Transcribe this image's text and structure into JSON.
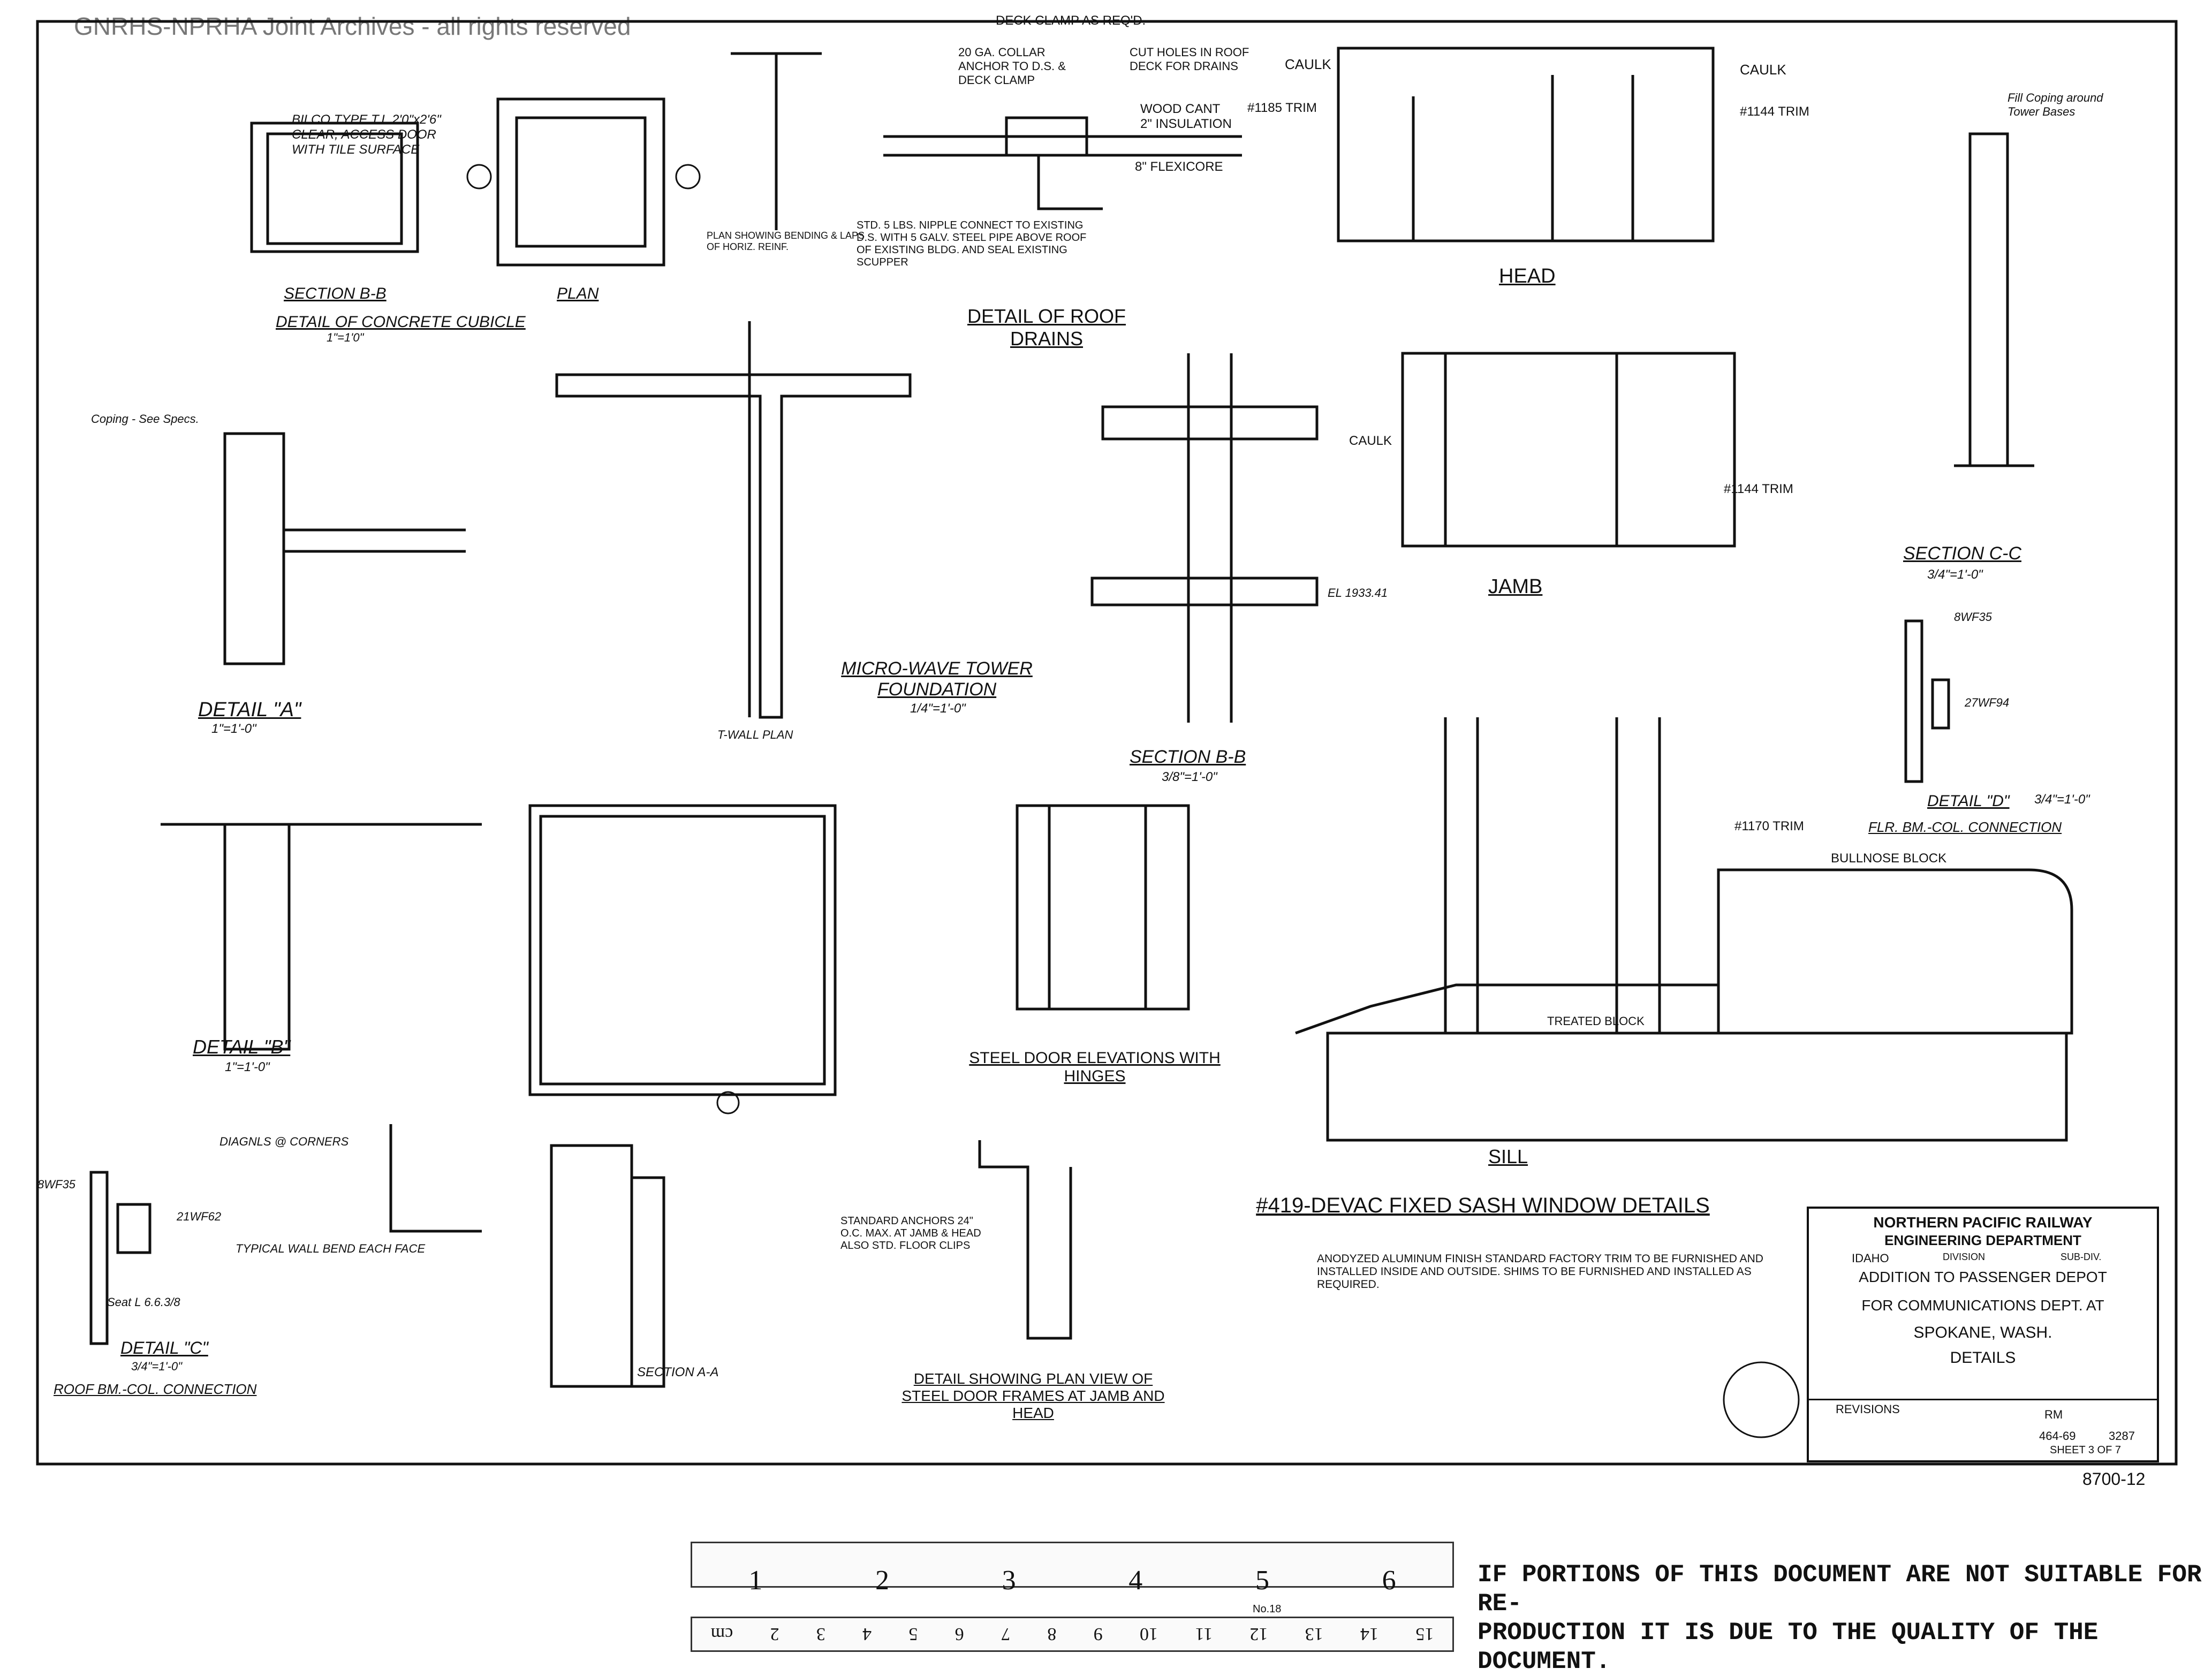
{
  "watermark": "GNRHS-NPRHA Joint Archives - all rights reserved",
  "details": {
    "cubicle_title": "DETAIL OF CONCRETE CUBICLE",
    "cubicle_scale": "1\"=1'0\"",
    "section_bb_upper": "SECTION B-B",
    "plan": "PLAN",
    "bilco_note": "BILCO TYPE T.I. 2'0\"x2'6\" CLEAR, ACCESS DOOR WITH TILE SURFACE",
    "roof_drains_title": "DETAIL OF ROOF DRAINS",
    "deck_clamp": "DECK CLAMP AS REQ'D.",
    "collar_anchor": "20 GA. COLLAR ANCHOR TO D.S. & DECK CLAMP",
    "cut_holes": "CUT HOLES IN ROOF DECK FOR DRAINS",
    "wood_cant": "WOOD CANT",
    "insulation": "2\" INSULATION",
    "flexicore": "8\" FLEXICORE",
    "nipple_note": "STD. 5 LBS. NIPPLE CONNECT TO EXISTING D.S. WITH 5 GALV. STEEL PIPE ABOVE ROOF OF EXISTING BLDG. AND SEAL EXISTING SCUPPER",
    "plan_bending": "PLAN SHOWING BENDING & LAPS OF HORIZ. REINF.",
    "head": "HEAD",
    "caulk_1": "CAULK",
    "caulk_2": "CAULK",
    "trim_1185": "#1185 TRIM",
    "trim_1144": "#1144 TRIM",
    "jamb": "JAMB",
    "caulk_jamb": "CAULK",
    "trim_1144_jamb": "#1144 TRIM",
    "fill_coping": "Fill Coping around Tower Bases",
    "section_cc": "SECTION C-C",
    "section_cc_scale": "3/4\"=1'-0\"",
    "detail_a": "DETAIL \"A\"",
    "detail_a_scale": "1\"=1'-0\"",
    "coping_note": "Coping - See Specs.",
    "microwave_title": "MICRO-WAVE TOWER FOUNDATION",
    "microwave_scale": "1/4\"=1'-0\"",
    "t_wall_plan": "T-WALL PLAN",
    "section_bb_mid": "SECTION B-B",
    "section_bb_mid_scale": "3/8\"=1'-0\"",
    "el_note": "EL 1933.41",
    "detail_d": "DETAIL \"D\"",
    "detail_d_scale": "3/4\"=1'-0\"",
    "flr_bm": "FLR. BM.-COL. CONNECTION",
    "detail_b": "DETAIL \"B\"",
    "detail_b_scale": "1\"=1'-0\"",
    "steel_door_elev": "STEEL DOOR ELEVATIONS WITH HINGES",
    "trim_1170": "#1170 TRIM",
    "bullnose": "BULLNOSE BLOCK",
    "treated_block": "TREATED BLOCK",
    "sill": "SILL",
    "devac_title": "#419-DEVAC FIXED SASH WINDOW DETAILS",
    "devac_note": "ANODYZED ALUMINUM FINISH STANDARD FACTORY TRIM TO BE FURNISHED AND INSTALLED INSIDE AND OUTSIDE. SHIMS TO BE FURNISHED AND INSTALLED AS REQUIRED.",
    "detail_c": "DETAIL \"C\"",
    "detail_c_scale": "3/4\"=1'-0\"",
    "roof_bm": "ROOF BM.-COL. CONNECTION",
    "section_aa": "SECTION A-A",
    "door_frames_title": "DETAIL SHOWING PLAN VIEW OF STEEL DOOR FRAMES AT JAMB AND HEAD",
    "standard_anchors": "STANDARD ANCHORS 24\" O.C. MAX. AT JAMB & HEAD ALSO STD. FLOOR CLIPS",
    "diag_corners": "DIAGNLS @ CORNERS",
    "typical_wall": "TYPICAL WALL BEND EACH FACE",
    "seat": "Seat L 6.6.3/8",
    "wf62": "21WF62",
    "wf94": "27WF94",
    "wf35": "8WF35",
    "wf35_c": "8WF35"
  },
  "title_block": {
    "company": "NORTHERN PACIFIC RAILWAY",
    "dept": "ENGINEERING DEPARTMENT",
    "division": "IDAHO",
    "division_label": "DIVISION",
    "subdiv_label": "SUB-DIV.",
    "line1": "ADDITION TO PASSENGER DEPOT",
    "line2": "FOR COMMUNICATIONS DEPT. AT",
    "line3": "SPOKANE, WASH.",
    "line4": "DETAILS",
    "revisions": "REVISIONS",
    "afe_no": "464-69",
    "job_no": "3287",
    "sheet": "SHEET 3 OF 7",
    "dr": "RM"
  },
  "ruler": {
    "top_ticks": [
      "1",
      "2",
      "3",
      "4",
      "5",
      "6"
    ],
    "bottom_ticks": [
      "cm",
      "2",
      "3",
      "4",
      "5",
      "6",
      "7",
      "8",
      "9",
      "10",
      "11",
      "12",
      "13",
      "14",
      "15"
    ],
    "maker": "No.18"
  },
  "notice": {
    "line1": "IF PORTIONS OF THIS DOCUMENT ARE NOT SUITABLE FOR RE-",
    "line2": "PRODUCTION IT IS DUE TO THE QUALITY OF THE DOCUMENT."
  },
  "drawing_no": "8700-12"
}
